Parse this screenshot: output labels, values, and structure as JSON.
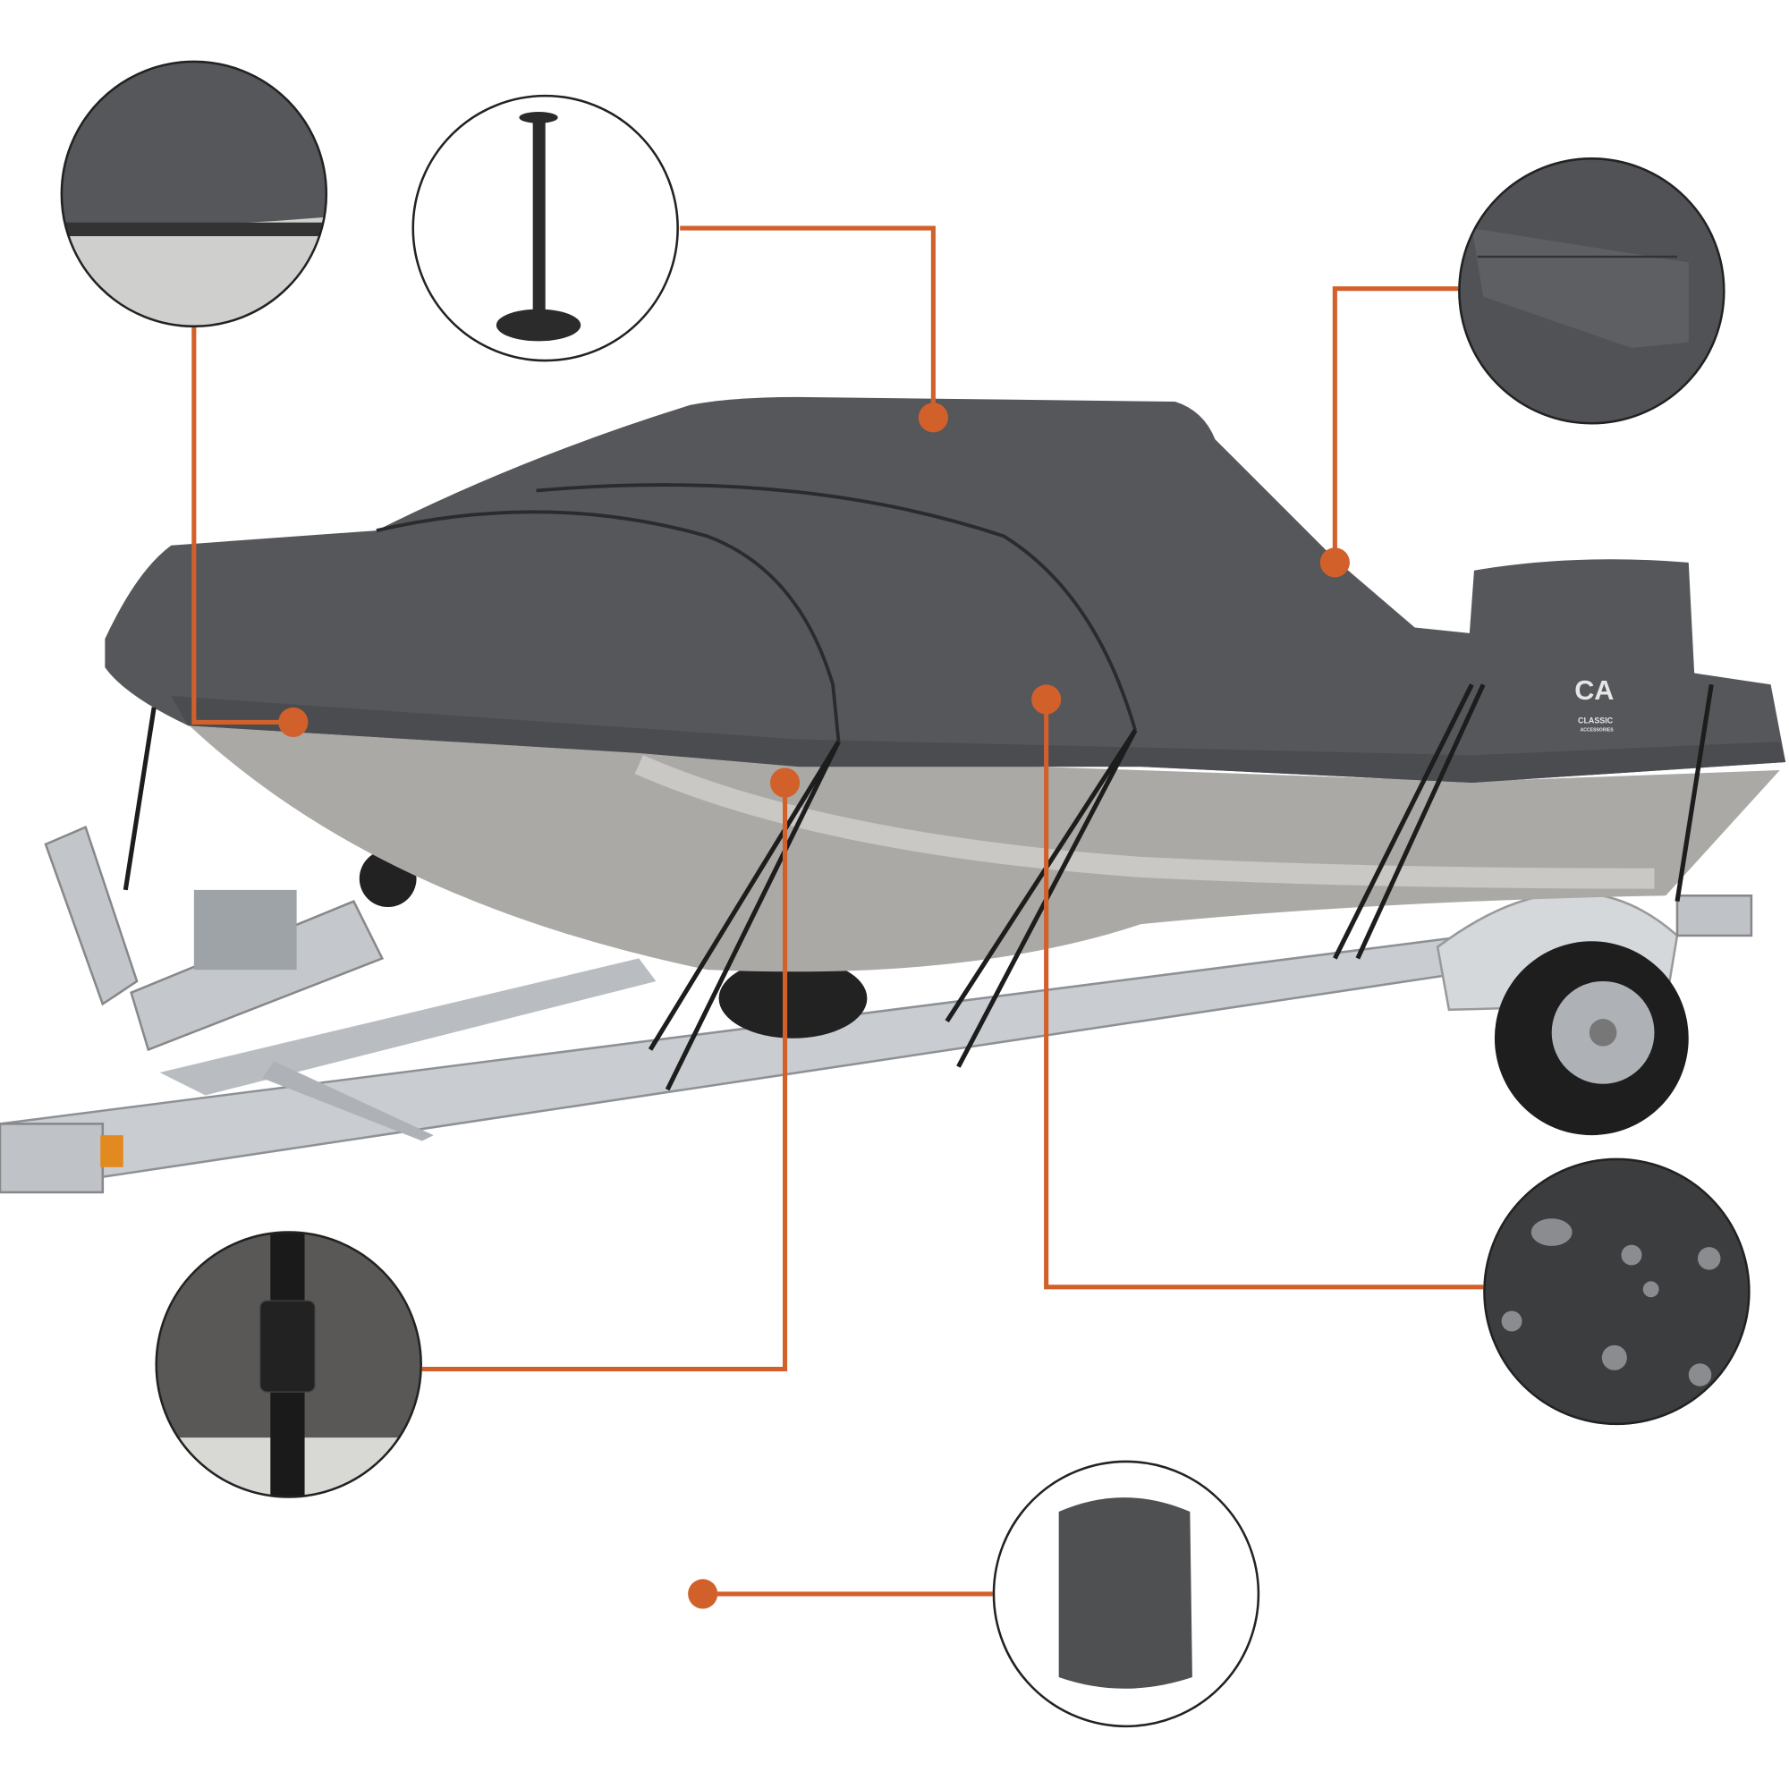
{
  "logo": {
    "monogram": "CA",
    "brand": "CLASSIC",
    "sub": "ACCESSORIES"
  },
  "colors": {
    "callout_line": "#d2602b",
    "cover": "#55575a",
    "cover_dark": "#3f4144",
    "hull": "#a9a8a4",
    "trailer": "#c8ccd0",
    "circle_border": "#222222"
  },
  "callouts": [
    {
      "id": "hem",
      "image": "elastic-hem-closeup"
    },
    {
      "id": "support-pole",
      "image": "support-pole"
    },
    {
      "id": "air-vent",
      "image": "air-vent-closeup"
    },
    {
      "id": "tie-down-strap",
      "image": "strap-buckle-closeup"
    },
    {
      "id": "water-resistant",
      "image": "water-droplets-fabric"
    },
    {
      "id": "storage-bag",
      "image": "storage-bag"
    }
  ]
}
